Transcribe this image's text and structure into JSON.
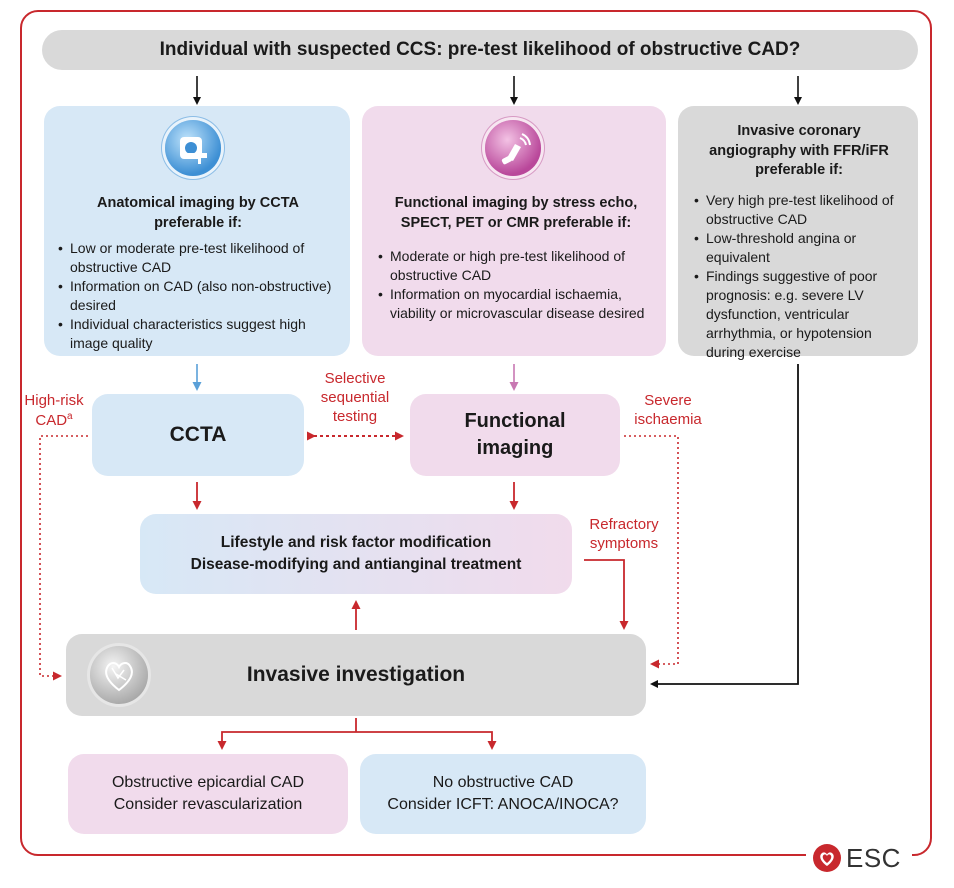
{
  "top_question": "Individual with suspected CCS: pre-test likelihood of obstructive CAD?",
  "anatomical": {
    "title": "Anatomical imaging by CCTA preferable if:",
    "items": [
      "Low or moderate pre-test likelihood of obstructive CAD",
      "Information on CAD (also non-obstructive) desired",
      "Individual characteristics suggest high image quality"
    ]
  },
  "functional": {
    "title": "Functional imaging by stress echo, SPECT, PET or CMR preferable if:",
    "items": [
      "Moderate or high pre-test likelihood of obstructive CAD",
      "Information on myocardial ischaemia, viability or microvascular disease desired"
    ]
  },
  "invasive_angio": {
    "title": "Invasive coronary angiography with FFR/iFR preferable if:",
    "items": [
      "Very high pre-test likelihood of obstructive CAD",
      "Low-threshold angina or equivalent",
      "Findings suggestive of poor prognosis: e.g. severe LV dysfunction, ventricular arrhythmia, or hypotension during exercise"
    ]
  },
  "ccta": "CCTA",
  "functional_imaging": "Functional imaging",
  "lifestyle": {
    "line1": "Lifestyle and risk factor modification",
    "line2": "Disease-modifying and antianginal treatment"
  },
  "invasive_investigation": "Invasive investigation",
  "outcome_obstructive": {
    "line1": "Obstructive epicardial CAD",
    "line2": "Consider revascularization"
  },
  "outcome_no_obstructive": {
    "line1": "No obstructive CAD",
    "line2": "Consider ICFT: ANOCA/INOCA?"
  },
  "labels": {
    "high_risk_line1": "High-risk",
    "high_risk_line2": "CAD",
    "high_risk_sup": "a",
    "selective_line1": "Selective",
    "selective_line2": "sequential",
    "selective_line3": "testing",
    "severe_line1": "Severe",
    "severe_line2": "ischaemia",
    "refractory_line1": "Refractory",
    "refractory_line2": "symptoms"
  },
  "logo_text": "ESC",
  "colors": {
    "red": "#c8282d",
    "blue_panel": "#d7e8f6",
    "pink_panel": "#f1dbec",
    "grey_panel": "#d9d9d9"
  },
  "icons": [
    "ct-scanner-icon",
    "ultrasound-probe-icon",
    "heart-angiography-icon",
    "esc-heart-logo-icon"
  ]
}
